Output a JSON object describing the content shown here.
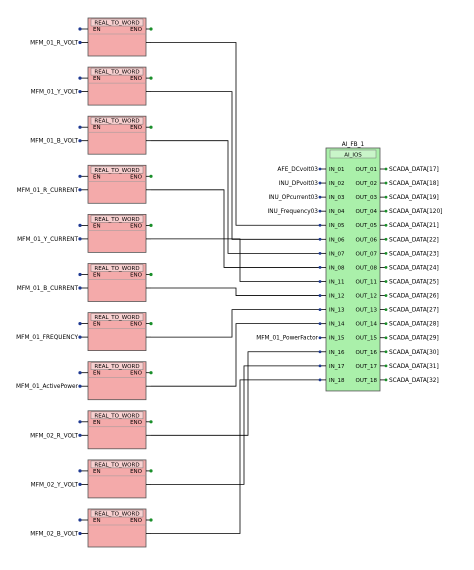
{
  "converters": {
    "title": "REAL_TO_WORD",
    "en_label": "EN",
    "eno_label": "ENO",
    "inputs": [
      "MFM_01_R_VOLT",
      "MFM_01_Y_VOLT",
      "MFM_01_B_VOLT",
      "MFM_01_R_CURRENT",
      "MFM_01_Y_CURRENT",
      "MFM_01_B_CURRENT",
      "MFM_01_FREQUENCY",
      "MFM_01_ActivePower",
      "MFM_02_R_VOLT",
      "MFM_02_Y_VOLT",
      "MFM_02_B_VOLT"
    ]
  },
  "fb": {
    "instance": "AI_FB_1",
    "type": "AI_IOS",
    "inputs": [
      "IN_01",
      "IN_02",
      "IN_03",
      "IN_04",
      "IN_05",
      "IN_06",
      "IN_07",
      "IN_08",
      "IN_11",
      "IN_12",
      "IN_13",
      "IN_14",
      "IN_15",
      "IN_16",
      "IN_17",
      "IN_18"
    ],
    "outputs": [
      "OUT_01",
      "OUT_02",
      "OUT_03",
      "OUT_04",
      "OUT_05",
      "OUT_06",
      "OUT_07",
      "OUT_08",
      "OUT_11",
      "OUT_12",
      "OUT_13",
      "OUT_14",
      "OUT_15",
      "OUT_16",
      "OUT_17",
      "OUT_18"
    ],
    "input_labels": [
      "AFE_DCvolt03",
      "INU_DPvolt03",
      "INU_OPcurrent03",
      "INU_Frequency03",
      "",
      "",
      "",
      "",
      "",
      "",
      "",
      "",
      "MFM_01_PowerFactor",
      "",
      "",
      ""
    ],
    "output_labels": [
      "SCADA_DATA[17]",
      "SCADA_DATA[18]",
      "SCADA_DATA[19]",
      "SCADA_DATA[120]",
      "SCADA_DATA[21]",
      "SCADA_DATA[22]",
      "SCADA_DATA[23]",
      "SCADA_DATA[24]",
      "SCADA_DATA[25]",
      "SCADA_DATA[26]",
      "SCADA_DATA[27]",
      "SCADA_DATA[28]",
      "SCADA_DATA[29]",
      "SCADA_DATA[30]",
      "SCADA_DATA[31]",
      "SCADA_DATA[32]"
    ]
  },
  "colors": {
    "converter_fill": "#f4aaaa",
    "fb_fill": "#aaf0aa",
    "wire": "#000000",
    "pin_dot_in": "#1f3a93",
    "pin_dot_out": "#1a8f2a"
  }
}
